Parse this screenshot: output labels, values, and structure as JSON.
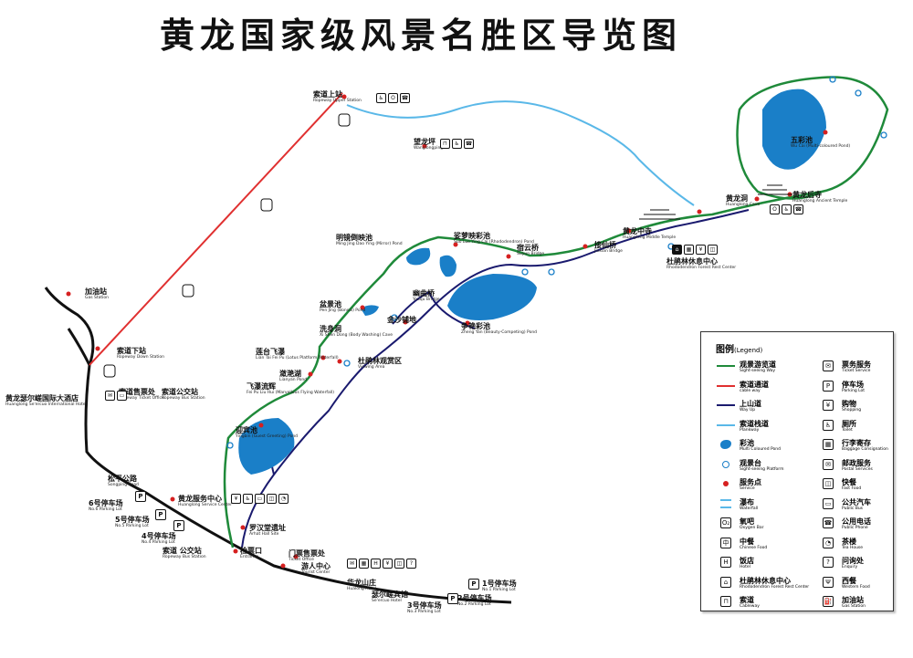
{
  "title": "黄龙国家级风景名胜区导览图",
  "colors": {
    "sightseeing": "#1f8a3a",
    "cableway": "#e03030",
    "wayup": "#1a1a6e",
    "plankway": "#5ab8e8",
    "pond": "#1a7fc8",
    "service": "#d62020"
  },
  "places": {
    "ropeway_upper": {
      "cn": "索道上站",
      "en": "Ropeway Upper Station"
    },
    "ropeway_lower": {
      "cn": "索道下站",
      "en": "Ropeway Down Station"
    },
    "gas_station": {
      "cn": "加油站",
      "en": "Gas Station"
    },
    "hotel_sofitel": {
      "cn": "黄龙瑟尔嵯国际大酒店",
      "en": "Huanglong Se'ercuo International Hotel"
    },
    "ropeway_ticket": {
      "cn": "索道售票处",
      "en": "Ropeway Ticket Office"
    },
    "ropeway_bus": {
      "cn": "索道公交站",
      "en": "Ropeway Bus Station"
    },
    "wanglongping": {
      "cn": "望龙坪",
      "en": "Wanglongping"
    },
    "mingjing": {
      "cn": "明镜倒映池",
      "en": "Ming Jing Dao Ying (Mirror) Pond"
    },
    "suoluo": {
      "cn": "娑萝映彩池",
      "en": "Suo Luo Ying Cai (Rhododendron) Pond"
    },
    "suyun": {
      "cn": "宿云桥",
      "en": "Suyun Bridge"
    },
    "jiexian": {
      "cn": "接仙桥",
      "en": "Jiexian Bridge"
    },
    "middle_temple": {
      "cn": "黄龙中寺",
      "en": "Huanglong Middle Temple"
    },
    "rest_center": {
      "cn": "杜鹃林休息中心",
      "en": "Rhododendron Forest Rest Center"
    },
    "huanglong_cave": {
      "cn": "黄龙洞",
      "en": "Huanglong Cave"
    },
    "ancient_temple": {
      "cn": "黄龙后寺",
      "en": "Huanglong Ancient Temple"
    },
    "wucai_pond": {
      "cn": "五彩池",
      "en": "Wu Cai (Multi-coloured Pond)"
    },
    "youqu": {
      "cn": "幽曲桥",
      "en": "Youqu Bridge"
    },
    "zhengyan": {
      "cn": "争艳彩池",
      "en": "Zheng Yan (Beauty-Competing) Pond"
    },
    "penjing": {
      "cn": "盆景池",
      "en": "Pen Jing (Bonsai) Pond"
    },
    "xishen": {
      "cn": "洗身洞",
      "en": "Xi Shen Dong (Body Washing) Cave"
    },
    "jinsha": {
      "cn": "金沙铺地",
      "en": ""
    },
    "viewing_area": {
      "cn": "杜鹃林观赏区",
      "en": "Viewing Area"
    },
    "liantai": {
      "cn": "莲台飞瀑",
      "en": "Lian Tai Fei Pu (Lotus Platform Waterfall)"
    },
    "lianyuan": {
      "cn": "潋滟湖",
      "en": "Lianyan Pond"
    },
    "feipu": {
      "cn": "飞瀑流辉",
      "en": "Fei Pu Liu Hui (Marvellous Flying Waterfall)"
    },
    "yingbin": {
      "cn": "迎宾池",
      "en": "Yingbin (Guest Greeting) Pond"
    },
    "service_center": {
      "cn": "黄龙服务中心",
      "en": "Huanglong Service Center"
    },
    "arhat_hall": {
      "cn": "罗汉堂遗址",
      "en": "Arhat Hall Site"
    },
    "entrance": {
      "cn": "检票口",
      "en": "Entrance"
    },
    "ticket_office": {
      "cn": "门票售票处",
      "en": "Ticket Office"
    },
    "tourist_center": {
      "cn": "游人中心",
      "en": "Tourist Center"
    },
    "songping_road": {
      "cn": "松平公路",
      "en": "Songping Road"
    },
    "p6": {
      "cn": "6号停车场",
      "en": "No.6 Parking Lot"
    },
    "p5": {
      "cn": "5号停车场",
      "en": "No.5 Parking Lot"
    },
    "p4": {
      "cn": "4号停车场",
      "en": "No.4 Parking Lot"
    },
    "ropeway_bus2": {
      "cn": "索道 公交站",
      "en": "Ropeway Bus Station"
    },
    "huashan_hotel": {
      "cn": "华龙山庄",
      "en": "Hualong Hotel"
    },
    "seercuo_hotel": {
      "cn": "瑟尔嵯宾馆",
      "en": "Se'ercuo Hotel"
    },
    "p1": {
      "cn": "1号停车场",
      "en": "No.1 Parking Lot"
    },
    "p2": {
      "cn": "2号停车场",
      "en": "No.2 Parking Lot"
    },
    "p3": {
      "cn": "3号停车场",
      "en": "No.3 Parking Lot"
    }
  },
  "legend": {
    "title": "图例",
    "title_en": "(Legend)",
    "items": [
      {
        "cn": "观景游览道",
        "en": "Sight-seeing Way",
        "sym": "line-green"
      },
      {
        "cn": "索道通道",
        "en": "cable way",
        "sym": "line-red"
      },
      {
        "cn": "上山道",
        "en": "Way Up",
        "sym": "line-navy"
      },
      {
        "cn": "索道栈道",
        "en": "Plankway",
        "sym": "line-blue"
      },
      {
        "cn": "彩池",
        "en": "Multi Coloured Pond",
        "sym": "pond"
      },
      {
        "cn": "观景台",
        "en": "Sight-seeing Platform",
        "sym": "ring"
      },
      {
        "cn": "服务点",
        "en": "Service",
        "sym": "dot"
      },
      {
        "cn": "瀑布",
        "en": "Waterfall",
        "sym": "waterfall"
      },
      {
        "cn": "氧吧",
        "en": "Oxygen Bar",
        "sym": "O₂"
      },
      {
        "cn": "中餐",
        "en": "Chinese Food",
        "sym": "中"
      },
      {
        "cn": "饭店",
        "en": "Hotel",
        "sym": "H"
      },
      {
        "cn": "杜鹃林休息中心",
        "en": "Rhododendron Forest Rest Center",
        "sym": "⌂"
      },
      {
        "cn": "索道",
        "en": "Cableway",
        "sym": "⊓"
      },
      {
        "cn": "票务服务",
        "en": "Ticket Service",
        "sym": "✉"
      },
      {
        "cn": "停车场",
        "en": "Parking Lot",
        "sym": "P"
      },
      {
        "cn": "购物",
        "en": "Shopping",
        "sym": "¥"
      },
      {
        "cn": "厕所",
        "en": "Toilet",
        "sym": "♿"
      },
      {
        "cn": "行李寄存",
        "en": "Baggage Consignation",
        "sym": "▦"
      },
      {
        "cn": "邮政服务",
        "en": "Postal Services",
        "sym": "✉"
      },
      {
        "cn": "快餐",
        "en": "Fast Food",
        "sym": "◫"
      },
      {
        "cn": "公共汽车",
        "en": "Public Bus",
        "sym": "▭"
      },
      {
        "cn": "公用电话",
        "en": "Public Phone",
        "sym": "☎"
      },
      {
        "cn": "茶楼",
        "en": "Tea House",
        "sym": "◔"
      },
      {
        "cn": "问询处",
        "en": "Enquiry",
        "sym": "?"
      },
      {
        "cn": "西餐",
        "en": "Western Food",
        "sym": "Ψ"
      },
      {
        "cn": "加油站",
        "en": "Gas Station",
        "sym": "⛽"
      }
    ]
  }
}
